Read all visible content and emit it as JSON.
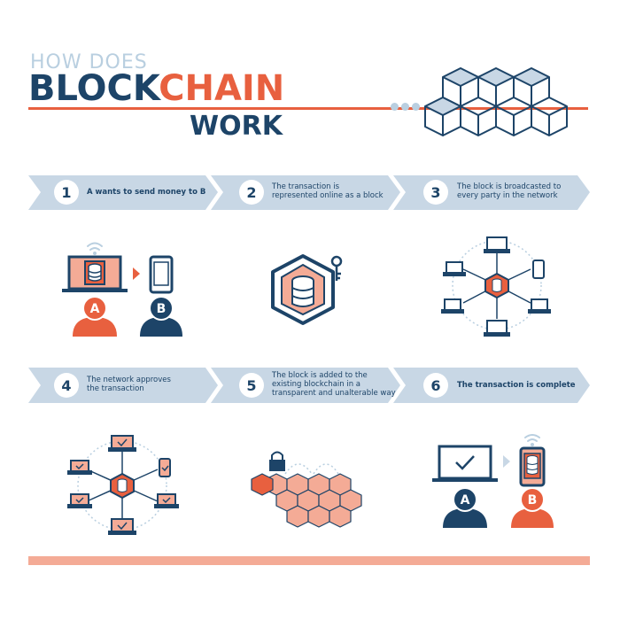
{
  "title": {
    "pre": "HOW DOES",
    "main_part1": "BLOCK",
    "main_part2": "CHAIN",
    "sub": "WORK"
  },
  "colors": {
    "navy": "#1d4468",
    "orange": "#e8603f",
    "salmon": "#f4ab96",
    "light_blue": "#c8d7e5",
    "pale_blue": "#b9cfe0"
  },
  "steps": [
    {
      "number": "1",
      "text": "A wants to send money to B"
    },
    {
      "number": "2",
      "text_lines": [
        "The transaction is",
        "represented online as a block"
      ]
    },
    {
      "number": "3",
      "text_lines": [
        "The block is broadcasted to",
        "every party in the network"
      ]
    },
    {
      "number": "4",
      "text_lines": [
        "The network approves",
        "the transaction"
      ]
    },
    {
      "number": "5",
      "text_lines": [
        "The block is added to the",
        "existing blockchain in a",
        "transparent and unalterable way"
      ]
    },
    {
      "number": "6",
      "text": "The transaction is complete"
    }
  ],
  "labels": {
    "party_a": "A",
    "party_b": "B"
  },
  "icons": [
    "blockchain-cubes-icon",
    "laptop-database-icon",
    "smartphone-icon",
    "user-a-icon",
    "user-b-icon",
    "block-key-icon",
    "network-broadcast-icon",
    "network-approve-icon",
    "lock-icon",
    "blockchain-chain-icon",
    "laptop-check-icon",
    "phone-database-icon"
  ]
}
